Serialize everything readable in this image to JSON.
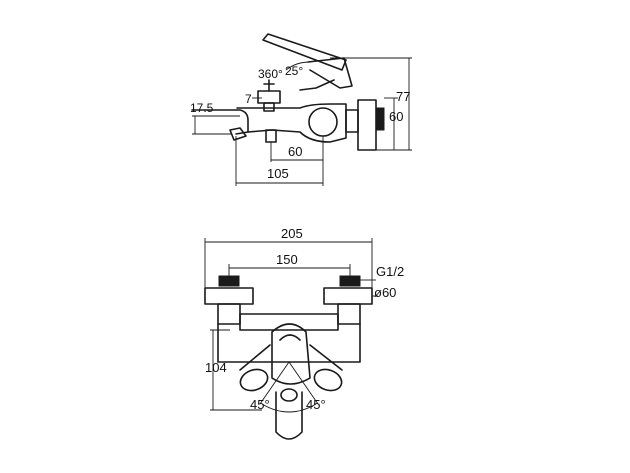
{
  "side_view": {
    "dims": {
      "rotation": "360°",
      "lever_angle": "25°",
      "height_total": "77",
      "height_body": "60",
      "spout_offset": "7",
      "spout_height": "17.5",
      "outlet_distance": "60",
      "depth": "105"
    }
  },
  "front_view": {
    "dims": {
      "width_total": "205",
      "centers": "150",
      "thread": "G1/2",
      "flange_diameter": "ø60",
      "spout_projection": "104",
      "angle_left": "45°",
      "angle_right": "45°"
    }
  }
}
